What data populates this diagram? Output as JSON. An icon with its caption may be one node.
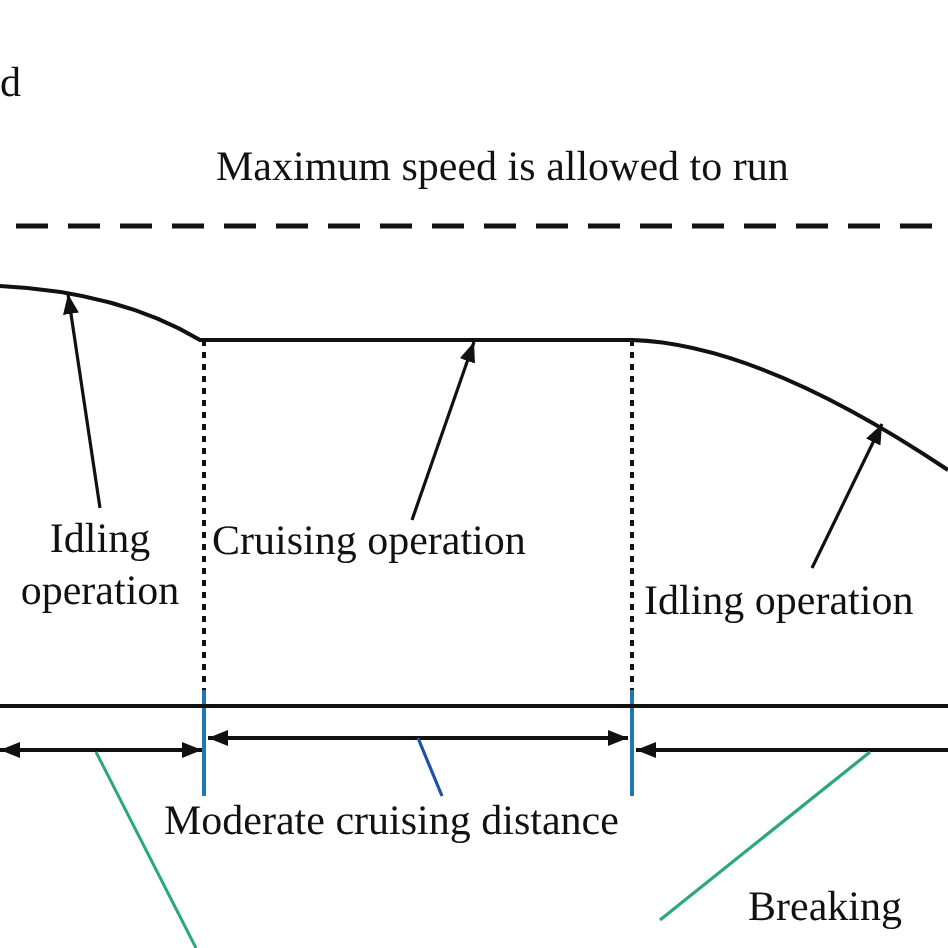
{
  "diagram": {
    "nodes": [
      {
        "text": [
          "Idling operation"
        ]
      },
      {
        "text": [
          "Cruising operation"
        ]
      },
      {
        "text": [
          "Idling operation"
        ]
      },
      {
        "text": [
          "Moderate cruising distance"
        ]
      },
      {
        "text": [
          "Breaking"
        ]
      }
    ],
    "edges": [
      {
        "from": 0,
        "to": null,
        "arrow": "to"
      },
      {
        "from": 1,
        "to": null,
        "arrow": "to"
      },
      {
        "from": 2,
        "to": null,
        "arrow": "to"
      },
      {
        "from": 3,
        "to": null,
        "arrow": "none",
        "color": "#1f4fa8"
      },
      {
        "from": 4,
        "to": null,
        "arrow": "none",
        "color": "#2aa876"
      }
    ],
    "labels": [
      "d",
      "Maximum speed is allowed to run"
    ]
  }
}
